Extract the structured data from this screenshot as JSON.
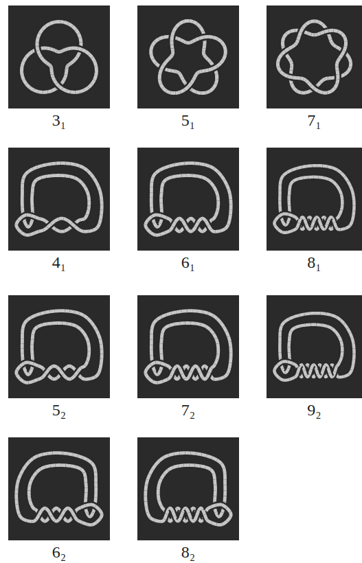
{
  "diagram": {
    "labels": [
      "3₁",
      "5₁",
      "7₁",
      "4₁",
      "6₁",
      "8₁",
      "5₂",
      "7₂",
      "9₂",
      "6₂",
      "8₂"
    ]
  }
}
